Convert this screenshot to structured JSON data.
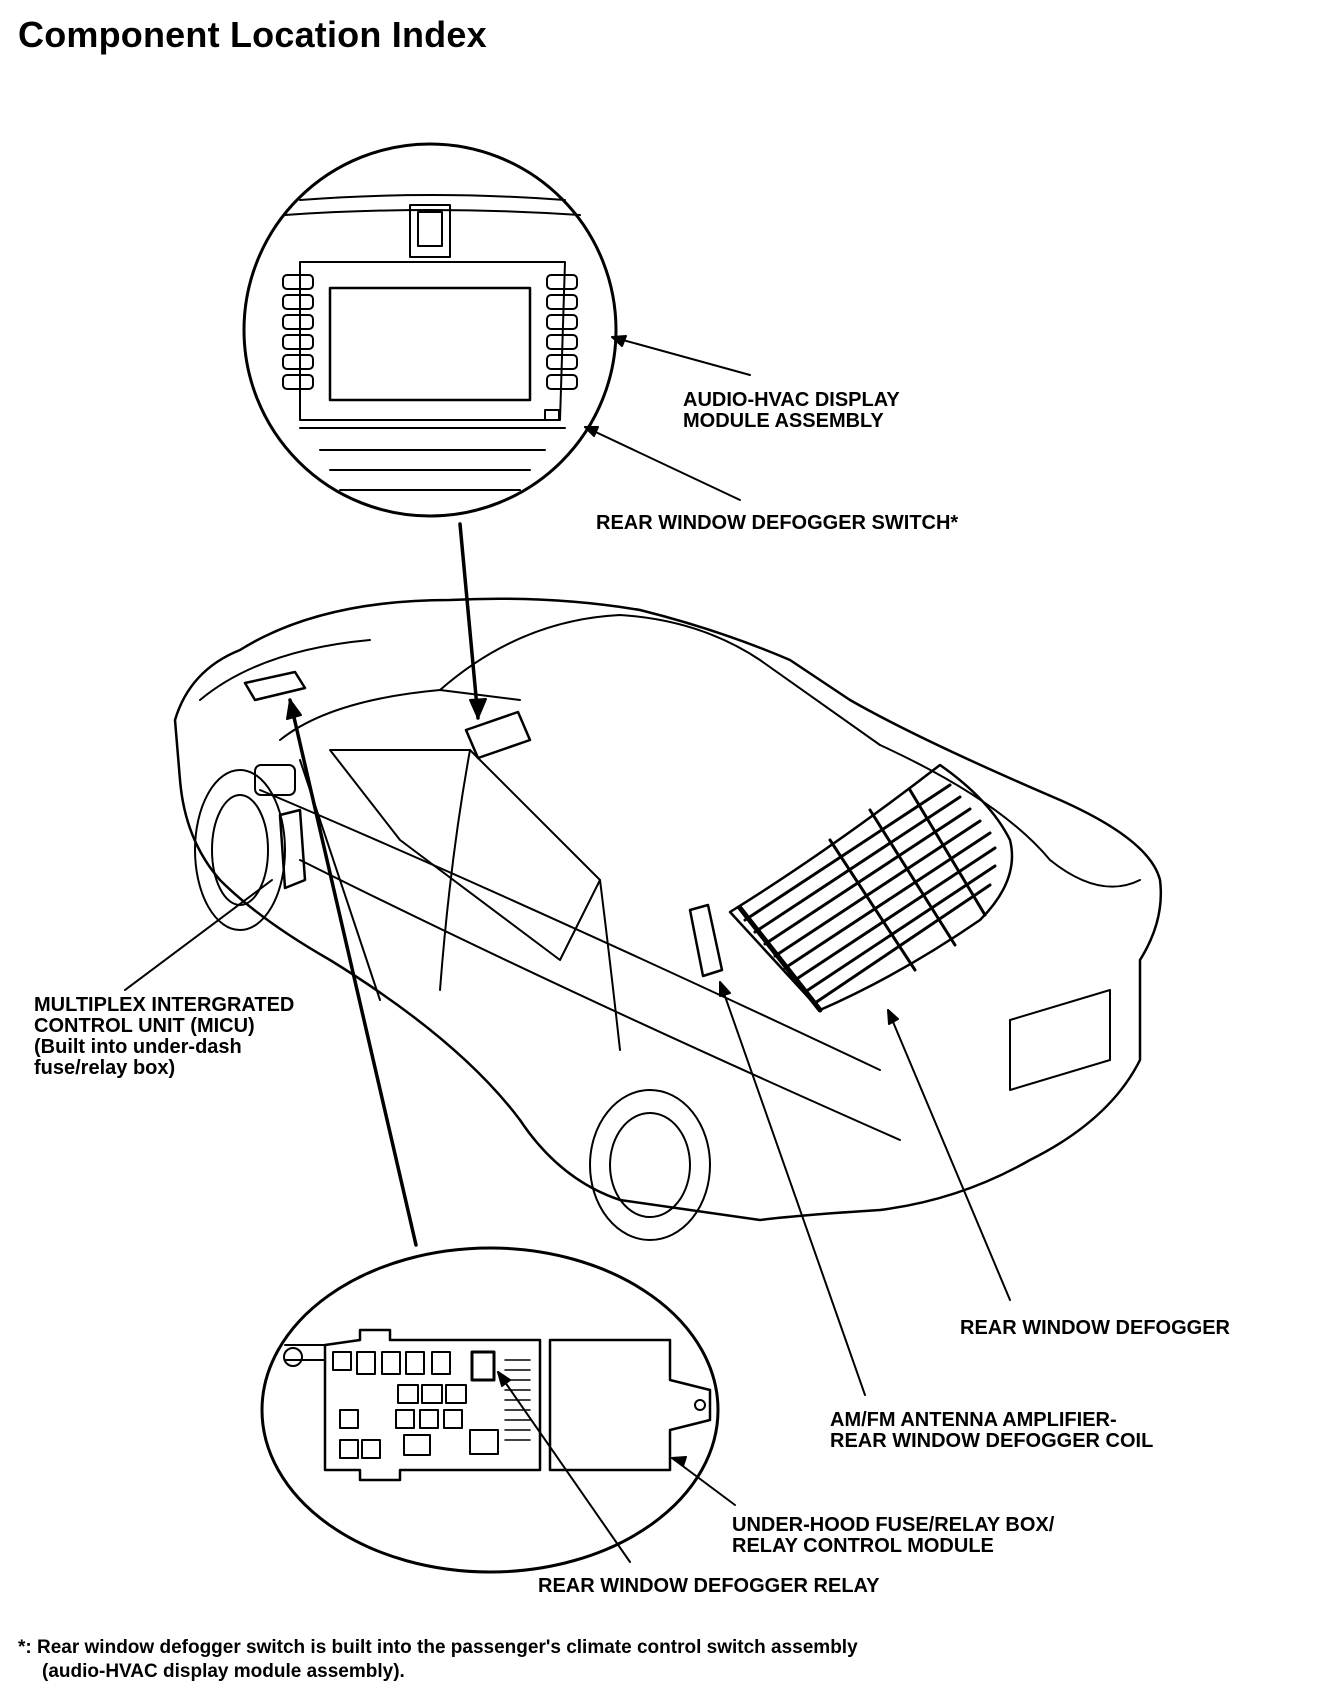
{
  "title": "Component Location Index",
  "labels": {
    "audio_hvac": [
      "AUDIO-HVAC DISPLAY",
      "MODULE ASSEMBLY"
    ],
    "defogger_switch": "REAR WINDOW DEFOGGER SWITCH*",
    "micu": [
      "MULTIPLEX INTERGRATED",
      "CONTROL UNIT (MICU)",
      "(Built into under-dash",
      "fuse/relay box)"
    ],
    "rear_window_defogger": "REAR WINDOW DEFOGGER",
    "antenna_amp": [
      "AM/FM ANTENNA AMPLIFIER-",
      "REAR WINDOW DEFOGGER COIL"
    ],
    "underhood_box": [
      "UNDER-HOOD FUSE/RELAY BOX/",
      "RELAY CONTROL MODULE"
    ],
    "defogger_relay": "REAR WINDOW DEFOGGER RELAY"
  },
  "footnote": [
    "*: Rear window defogger switch is built into the passenger's climate control switch assembly",
    "(audio-HVAC display module assembly)."
  ],
  "colors": {
    "ink": "#000000",
    "paper": "#ffffff"
  }
}
